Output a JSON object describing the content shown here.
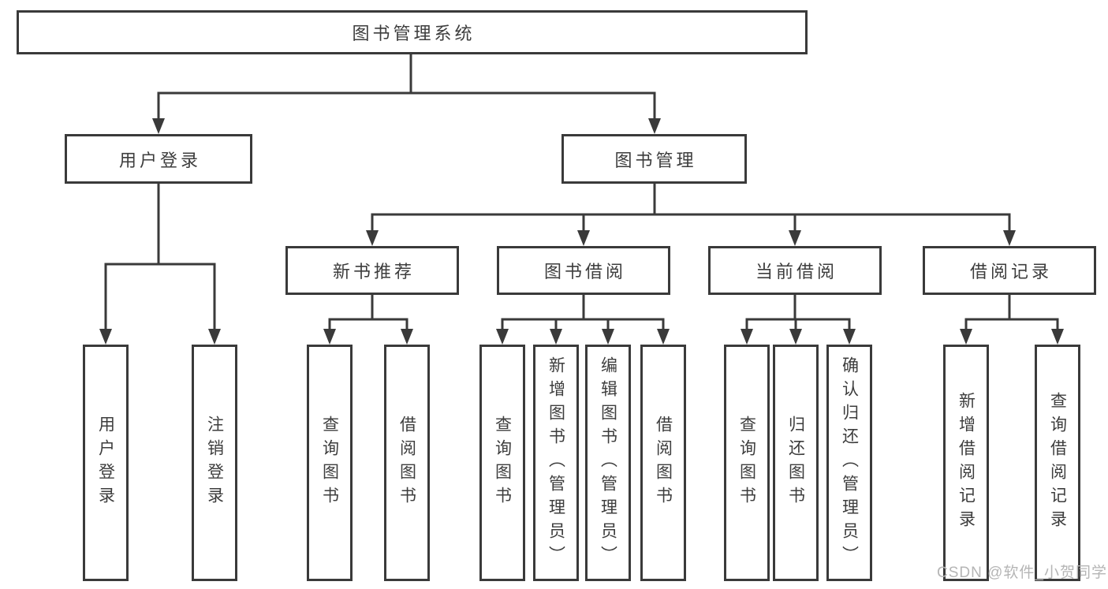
{
  "tree": {
    "root": "图书管理系统",
    "children": [
      {
        "label": "用户登录",
        "leaves": [
          "用户登录",
          "注销登录"
        ]
      },
      {
        "label": "图书管理",
        "children": [
          {
            "label": "新书推荐",
            "leaves": [
              "查询图书",
              "借阅图书"
            ]
          },
          {
            "label": "图书借阅",
            "leaves": [
              "查询图书",
              "新增图书（管理员）",
              "编辑图书（管理员）",
              "借阅图书"
            ]
          },
          {
            "label": "当前借阅",
            "leaves": [
              "查询图书",
              "归还图书",
              "确认归还（管理员）"
            ]
          },
          {
            "label": "借阅记录",
            "leaves": [
              "新增借阅记录",
              "查询借阅记录"
            ]
          }
        ]
      }
    ]
  },
  "watermark": {
    "text": "CSDN @软件_小贺同学"
  },
  "colors": {
    "line": "#3a3a3a",
    "text": "#3d3d3d",
    "watermark": "#b5b5b5",
    "background": "#ffffff"
  }
}
